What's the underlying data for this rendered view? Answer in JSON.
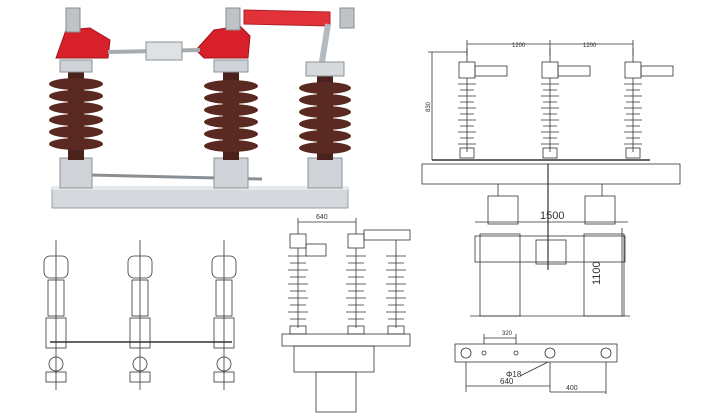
{
  "dimensions": {
    "top_spacing_left": "1200",
    "top_spacing_right": "1200",
    "top_height": "830",
    "mid_spacing": "640",
    "base_width": "1500",
    "post_height": "1100",
    "plate_hole_spacing": "320",
    "plate_hole_dia": "Φ18",
    "plate_length": "640",
    "plate_offset": "400"
  },
  "colors": {
    "insulator": "#5a2a22",
    "insulator_dark": "#3c1a15",
    "cap": "#d8202a",
    "metal": "#c9ccd0",
    "line": "#333333"
  }
}
